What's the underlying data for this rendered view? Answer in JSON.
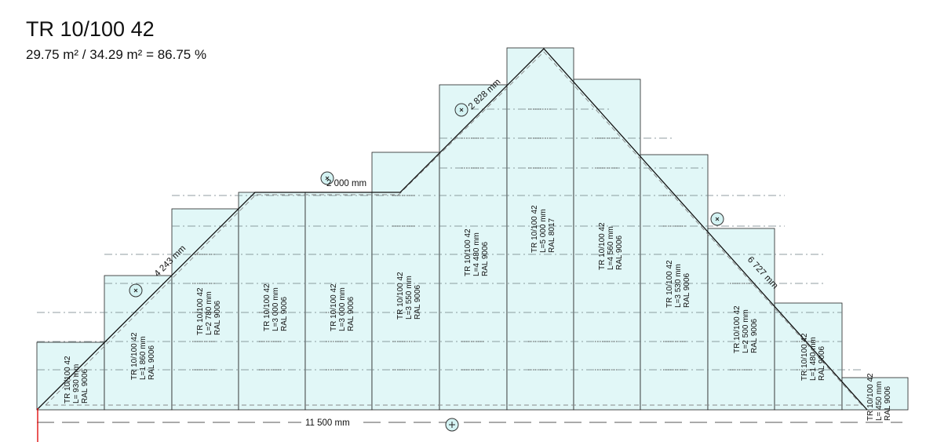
{
  "header": {
    "title": "TR 10/100 42",
    "subtitle": "29.75 m² /  34.29 m² = 86.75 %"
  },
  "panels": [
    {
      "profile": "TR 10/100 42",
      "length": "L= 930 mm",
      "color": "RAL 9006"
    },
    {
      "profile": "TR 10/100 42",
      "length": "L=1 860 mm",
      "color": "RAL 9006"
    },
    {
      "profile": "TR 10/100 42",
      "length": "L=2 780 mm",
      "color": "RAL 9006"
    },
    {
      "profile": "TR 10/100 42",
      "length": "L=3 000 mm",
      "color": "RAL 9006"
    },
    {
      "profile": "TR 10/100 42",
      "length": "L=3 000 mm",
      "color": "RAL 9006"
    },
    {
      "profile": "TR 10/100 42",
      "length": "L=3 550 mm",
      "color": "RAL 9006"
    },
    {
      "profile": "TR 10/100 42",
      "length": "L=4 480 mm",
      "color": "RAL 9006"
    },
    {
      "profile": "TR 10/100 42",
      "length": "L=5 000 mm",
      "color": "RAL 8017"
    },
    {
      "profile": "TR 10/100 42",
      "length": "L=4 560 mm",
      "color": "RAL 9006"
    },
    {
      "profile": "TR 10/100 42",
      "length": "L=3 530 mm",
      "color": "RAL 9006"
    },
    {
      "profile": "TR 10/100 42",
      "length": "L=2 500 mm",
      "color": "RAL 9006"
    },
    {
      "profile": "TR 10/100 42",
      "length": "L=1 480 mm",
      "color": "RAL 9006"
    },
    {
      "profile": "TR 10/100 42",
      "length": "L= 450 mm",
      "color": "RAL 9006"
    }
  ],
  "dimensions": {
    "left_slope": "4 243 mm",
    "flat_top": "2 000 mm",
    "upper_slope": "2 828 mm",
    "right_slope": "6 727 mm",
    "base": "11 500 mm"
  }
}
